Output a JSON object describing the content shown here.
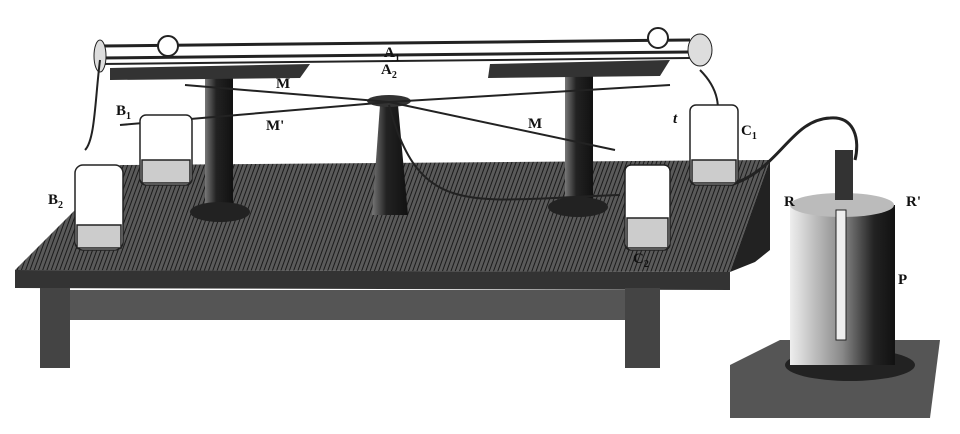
{
  "figure": {
    "description": "Engraving of laboratory apparatus: two parallel horizontal tubes on pedestals over a table, with flasks and a gas generator",
    "labels": {
      "A1": {
        "base": "A",
        "sub": "1"
      },
      "A2": {
        "base": "A",
        "sub": "2"
      },
      "M_top": {
        "base": "M",
        "sub": ""
      },
      "M_prime": {
        "base": "M'",
        "sub": ""
      },
      "M_right": {
        "base": "M",
        "sub": ""
      },
      "B1": {
        "base": "B",
        "sub": "1"
      },
      "B2": {
        "base": "B",
        "sub": "2"
      },
      "C1": {
        "base": "C",
        "sub": "1"
      },
      "C2": {
        "base": "C",
        "sub": "2"
      },
      "t": {
        "base": "t",
        "sub": ""
      },
      "R": {
        "base": "R",
        "sub": ""
      },
      "R_prime": {
        "base": "R'",
        "sub": ""
      },
      "P": {
        "base": "P",
        "sub": ""
      }
    }
  }
}
